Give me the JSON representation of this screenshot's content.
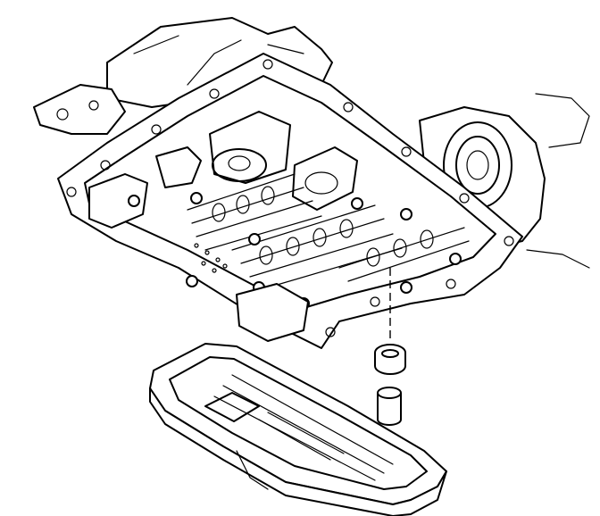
{
  "diagram": {
    "style": "line-art",
    "colors": {
      "ink": "#000000",
      "paper": "#ffffff"
    },
    "parts": [
      {
        "id": "transmission-case",
        "icon": "transmission-case-shape"
      },
      {
        "id": "valve-body",
        "icon": "valve-body-shape"
      },
      {
        "id": "filter-seal",
        "icon": "seal-ring-shape"
      },
      {
        "id": "fluid-filter",
        "icon": "filter-pan-shape"
      }
    ]
  }
}
